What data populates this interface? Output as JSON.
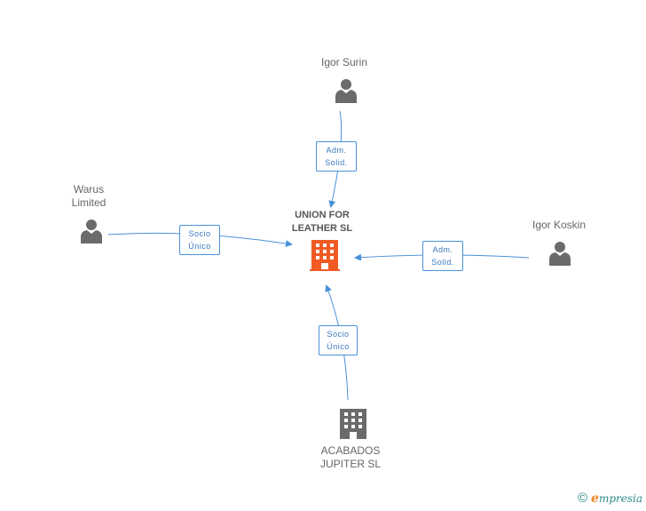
{
  "nodes": {
    "center": {
      "label": "UNION FOR\nLEATHER SL",
      "icon": "building-icon",
      "color": "#f05a23"
    },
    "top": {
      "label": "Igor Surin",
      "icon": "person-icon",
      "color": "#6b6b6b"
    },
    "left": {
      "label": "Warus\nLimited",
      "icon": "person-icon",
      "color": "#6b6b6b"
    },
    "right": {
      "label": "Igor Koskin",
      "icon": "person-icon",
      "color": "#6b6b6b"
    },
    "bottom": {
      "label": "ACABADOS\nJUPITER SL",
      "icon": "building-icon",
      "color": "#6b6b6b"
    }
  },
  "edges": {
    "top": {
      "label": "Adm.\nSolid."
    },
    "left": {
      "label": "Socio\nÚnico"
    },
    "right": {
      "label": "Adm.\nSolid."
    },
    "bottom": {
      "label": "Socio\nÚnico"
    }
  },
  "colors": {
    "edge": "#4a90d9"
  },
  "footer": {
    "copyright": "©",
    "brand_initial": "e",
    "brand_rest": "mpresia"
  }
}
